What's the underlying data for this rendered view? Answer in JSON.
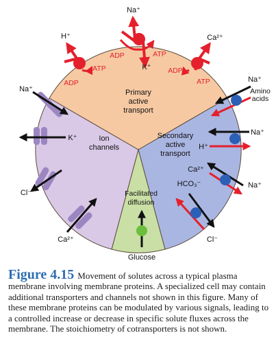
{
  "diagram": {
    "sectors": {
      "primary": {
        "line1": "Primary",
        "line2": "active",
        "line3": "transport",
        "color": "#f6c9a3"
      },
      "secondary": {
        "line1": "Secondary",
        "line2": "active",
        "line3": "transport",
        "color": "#aab6e2"
      },
      "facilitated": {
        "line1": "Facilitated",
        "line2": "diffusion",
        "color": "#c9dfa6"
      },
      "ion": {
        "line1": "Ion",
        "line2": "channels",
        "color": "#d9c8e6"
      }
    },
    "ions": {
      "na_top": "Na⁺",
      "h_left": "H⁺",
      "ca_right": "Ca²⁺",
      "k_mid": "K⁺",
      "na_left": "Na⁺",
      "k_left": "K⁺",
      "cl_left": "Cl⁻",
      "ca_bottom_left": "Ca²⁺",
      "glucose": "Glucose",
      "na_sec1": "Na⁺",
      "amino_line1": "Amino",
      "amino_line2": "acids",
      "na_sec2": "Na⁺",
      "h_sec": "H⁺",
      "ca_sec": "Ca²⁺",
      "hco3": "HCO₃⁻",
      "na_sec3": "Na⁺",
      "cl_sec": "Cl⁻"
    },
    "atp_labels": {
      "adp_top_left": "ADP",
      "atp_top_right": "ATP",
      "atp_left": "ATP",
      "adp_left_low": "ADP",
      "adp_right": "ADP",
      "atp_right_low": "ATP"
    },
    "colors": {
      "arrow_red": "#e4202c",
      "arrow_black": "#111111",
      "channel_purple": "#9b86c2",
      "carrier_blue": "#2c5fb6",
      "carrier_green": "#6abf3c"
    }
  },
  "caption": {
    "figure_number": "Figure 4.15",
    "text": "Movement of solutes across a typical plasma membrane involving membrane proteins. A specialized cell may contain additional transporters and channels not shown in this figure. Many of these membrane proteins can be modulated by various signals, leading to a controlled increase or decrease in specific solute fluxes across the membrane. The stoichiometry of cotransporters is not shown."
  }
}
